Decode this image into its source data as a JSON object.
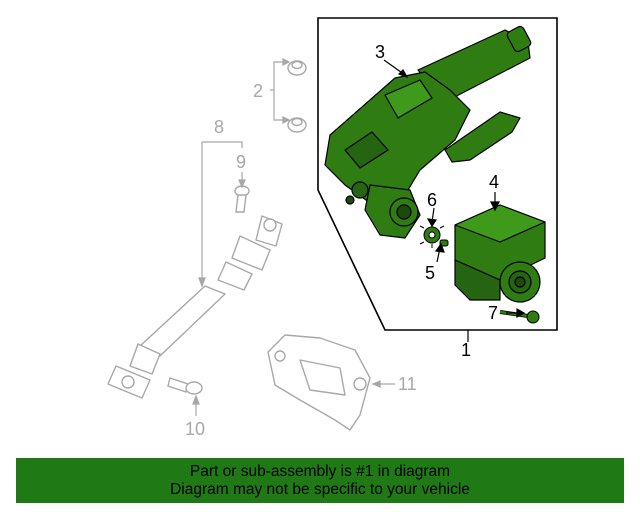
{
  "callouts": {
    "c1": "1",
    "c2": "2",
    "c3": "3",
    "c4": "4",
    "c5": "5",
    "c6": "6",
    "c7": "7",
    "c8": "8",
    "c9": "9",
    "c10": "10",
    "c11": "11"
  },
  "banner": {
    "line1": "Part or sub-assembly is #1 in diagram",
    "line2": "Diagram may not be specific to your vehicle"
  },
  "colors": {
    "highlight_part": "#2f7d12",
    "banner_bg": "#1f7a16",
    "faded_part": "#a8a8a8"
  }
}
